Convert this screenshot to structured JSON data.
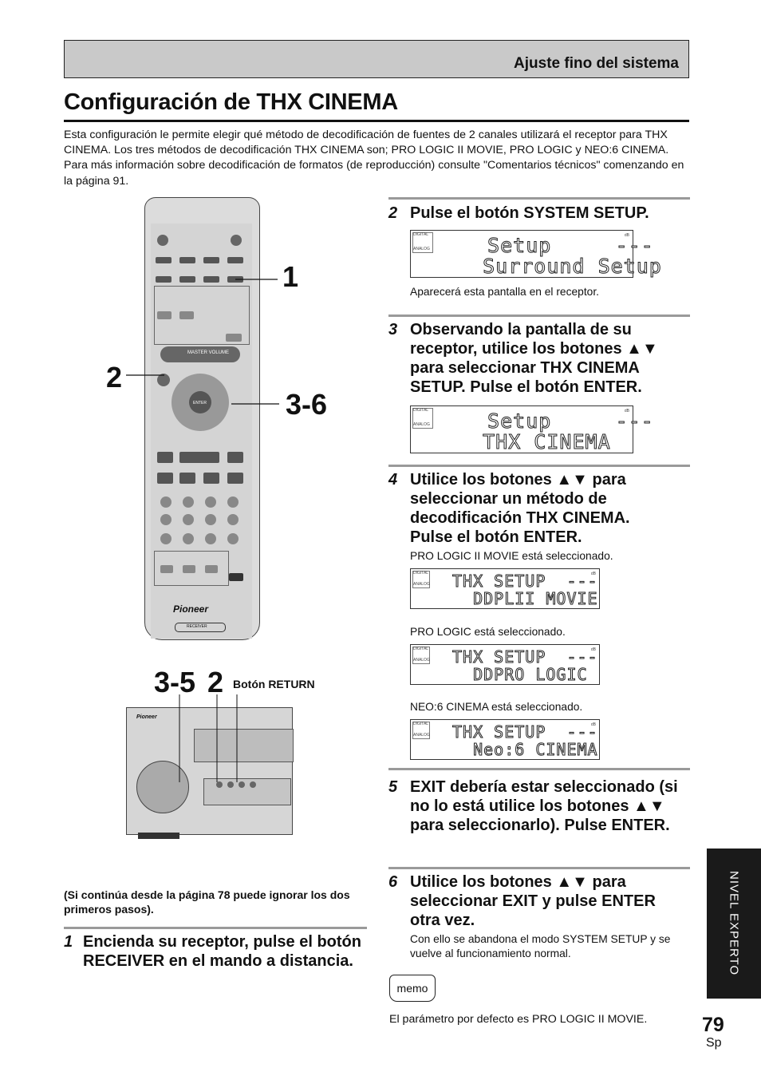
{
  "header": {
    "section": "Ajuste fino del sistema"
  },
  "title": "Configuración de THX CINEMA",
  "intro": "Esta configuración le permite elegir qué método de decodificación de fuentes de 2 canales utilizará el receptor para THX CINEMA. Los tres métodos de decodificación THX CINEMA son; PRO LOGIC II MOVIE, PRO LOGIC y NEO:6 CINEMA. Para más información sobre decodificación de formatos (de reproducción) consulte \"Comentarios técnicos\" comenzando en la página 91.",
  "callouts": {
    "c1": "1",
    "c2": "2",
    "c36": "3-6",
    "c35": "3-5",
    "c2b": "2",
    "return_label": "Botón RETURN"
  },
  "steps": [
    {
      "num": "1",
      "text": "Encienda su receptor, pulse el botón RECEIVER en el mando a distancia."
    },
    {
      "num": "2",
      "text": "Pulse el botón SYSTEM SETUP.",
      "note": "Aparecerá esta pantalla en el receptor."
    },
    {
      "num": "3",
      "text": "Observando la pantalla de su receptor, utilice los botones ▲▼ para seleccionar THX CINEMA SETUP. Pulse el botón ENTER."
    },
    {
      "num": "4",
      "text": "Utilice los botones ▲▼ para seleccionar un método de decodificación THX CINEMA. Pulse el botón ENTER.",
      "note_a": "PRO LOGIC II MOVIE está seleccionado.",
      "note_b": "PRO LOGIC está seleccionado.",
      "note_c": "NEO:6 CINEMA está seleccionado."
    },
    {
      "num": "5",
      "text": "EXIT debería estar seleccionado (si no lo está utilice los botones ▲▼ para seleccionarlo). Pulse ENTER."
    },
    {
      "num": "6",
      "text": "Utilice los botones ▲▼ para seleccionar EXIT y pulse ENTER otra vez.",
      "note": "Con ello se abandona el modo SYSTEM SETUP y se vuelve al funcionamiento normal."
    }
  ],
  "side_note": "(Si continúa desde la página 78 puede ignorar los dos primeros pasos).",
  "lcd": {
    "s2a": " Setup     ---",
    "s2b": "  Surround Setup",
    "s3a": " Setup     ---",
    "s3b": "  THX CINEMA",
    "s4a": "THX SETUP  ---",
    "s4b": "  DDPLII MOVIE",
    "s5a": "THX SETUP  ---",
    "s5b": "  DDPRO LOGIC",
    "s6a": "THX SETUP  ---",
    "s6b": "  Neo:6 CINEMA",
    "digital": "DIGITAL",
    "analog": "ANALOG",
    "db": "dB"
  },
  "memo": {
    "label": "memo",
    "text": "El parámetro por defecto es PRO LOGIC II MOVIE."
  },
  "tab": "NIVEL EXPERTO",
  "page": {
    "number": "79",
    "lang": "Sp"
  },
  "remote": {
    "brand": "Pioneer",
    "receiver": "RECEIVER",
    "master": "MASTER VOLUME",
    "enter": "ENTER"
  }
}
